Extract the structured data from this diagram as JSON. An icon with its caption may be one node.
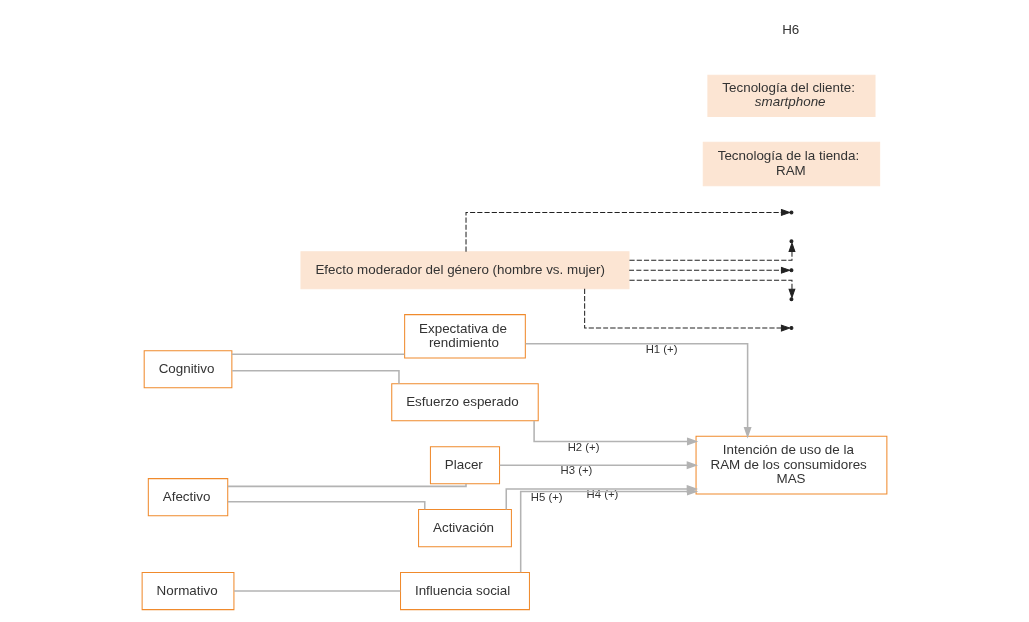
{
  "diagram": {
    "nodes": [
      {
        "text": [
          "Cognitivo"
        ]
      },
      {
        "text": [
          "Afectivo"
        ]
      },
      {
        "text": [
          "Normativo"
        ]
      },
      {
        "text": [
          "Expectativa de rendimiento"
        ]
      },
      {
        "text": [
          "Esfuerzo esperado"
        ]
      },
      {
        "text": [
          "Placer"
        ]
      },
      {
        "text": [
          "Activación"
        ]
      },
      {
        "text": [
          "Influencia social"
        ]
      },
      {
        "text": [
          "Efecto moderador del género (hombre vs. mujer)"
        ]
      },
      {
        "text": [
          "Tecnología de la tienda: RAM"
        ]
      },
      {
        "text": [
          "Intención de uso de la RAM de los consumidores MAS"
        ]
      },
      {
        "text": [
          "Tecnología del cliente: *smartphone*"
        ]
      }
    ],
    "edges": [
      {
        "from": 0,
        "to": 3,
        "arrow": "none"
      },
      {
        "from": 0,
        "to": 4,
        "arrow": "none"
      },
      {
        "from": 1,
        "to": 5,
        "arrow": "none"
      },
      {
        "from": 1,
        "to": 6,
        "arrow": "none"
      },
      {
        "from": 2,
        "to": 7,
        "arrow": "none"
      },
      {
        "from": 3,
        "to": 10,
        "arrow": "to",
        "label": "H1 (+)"
      },
      {
        "from": 4,
        "to": 10,
        "arrow": "to",
        "label": "H2 (+)"
      },
      {
        "from": 5,
        "to": 10,
        "arrow": "to",
        "label": "H3 (+)"
      },
      {
        "from": 6,
        "to": 10,
        "arrow": "to",
        "label": "H4 (+)"
      },
      {
        "from": 7,
        "to": 10,
        "arrow": "to",
        "label": "H5 (+)"
      },
      {
        "from": 8,
        "to": null,
        "arrow": "to",
        "style": "dashed",
        "color": "#222222"
      },
      {
        "from": 8,
        "to": null,
        "arrow": "to",
        "style": "dashed",
        "color": "#222222"
      },
      {
        "from": 8,
        "to": null,
        "arrow": "to",
        "style": "dashed",
        "color": "#222222"
      },
      {
        "from": 8,
        "to": null,
        "arrow": "to",
        "style": "dashed",
        "color": "#222222"
      },
      {
        "from": 8,
        "to": null,
        "arrow": "to",
        "style": "dashed",
        "color": "#222222"
      }
    ],
    "labels": [
      "H6"
    ]
  }
}
